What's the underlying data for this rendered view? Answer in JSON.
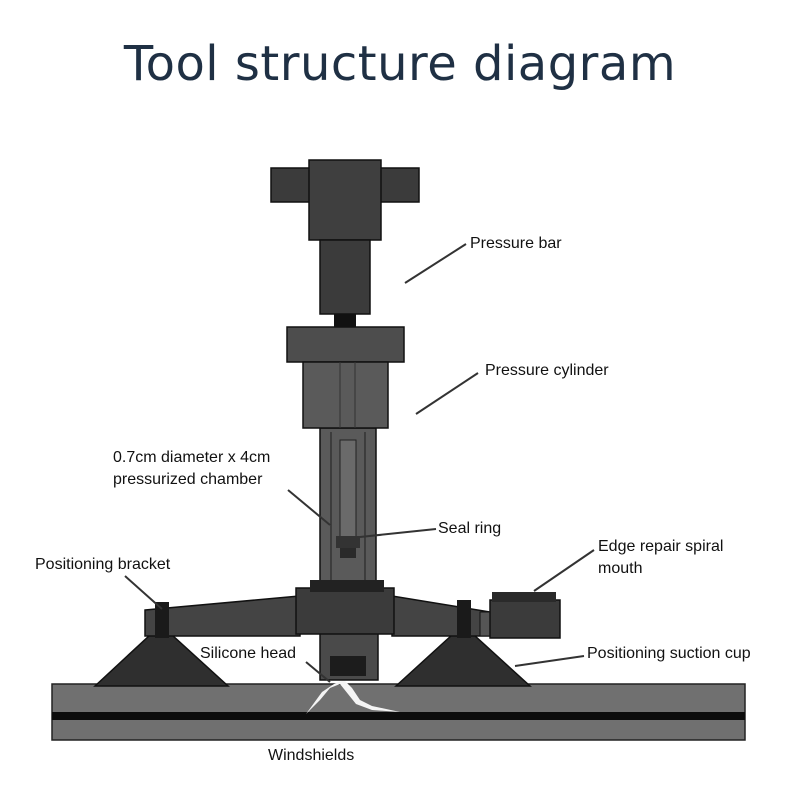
{
  "title": "Tool structure diagram",
  "labels": {
    "pressure_bar": "Pressure bar",
    "pressure_cylinder": "Pressure cylinder",
    "chamber_line1": "0.7cm diameter x 4cm",
    "chamber_line2": "pressurized chamber",
    "seal_ring": "Seal ring",
    "positioning_bracket": "Positioning bracket",
    "edge_repair_line1": "Edge repair spiral",
    "edge_repair_line2": "mouth",
    "silicone_head": "Silicone head",
    "positioning_suction_cup": "Positioning suction cup",
    "windshields": "Windshields"
  },
  "colors": {
    "title": "#1f3044",
    "dark_part": "#3b3b3b",
    "mid_part": "#4d4d4d",
    "glass": "#6e6e6e",
    "glass_stripe": "#0c0c0c"
  }
}
